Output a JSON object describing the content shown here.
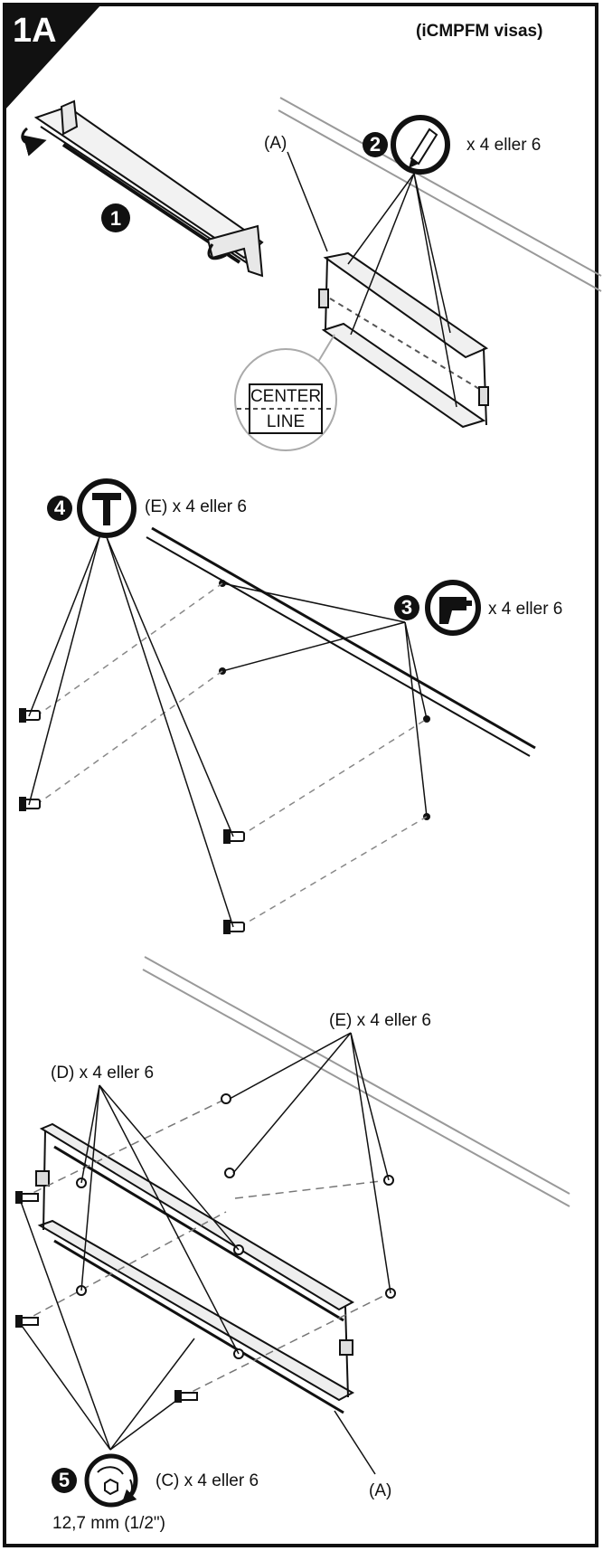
{
  "corner_label": "1A",
  "header_note": "(iCMPFM visas)",
  "steps": [
    {
      "number": "1"
    },
    {
      "number": "2",
      "qty": "x 4 eller 6",
      "tool_icon": "pencil-icon"
    },
    {
      "number": "3",
      "qty": "x 4 eller 6",
      "tool_icon": "drill-icon"
    },
    {
      "number": "4",
      "qty": "(E) x 4 eller 6",
      "tool_icon": "hammer-icon"
    },
    {
      "number": "5",
      "qty": "(C) x 4 eller 6",
      "tool_icon": "socket-wrench-icon",
      "size": "12,7 mm (1/2\")"
    }
  ],
  "part_labels": {
    "a_top": "(A)",
    "a_bottom": "(A)",
    "d_label": "(D) x 4 eller 6",
    "e_label": "(E) x 4 eller 6"
  },
  "callout": {
    "center": "CENTER",
    "line": "LINE"
  }
}
